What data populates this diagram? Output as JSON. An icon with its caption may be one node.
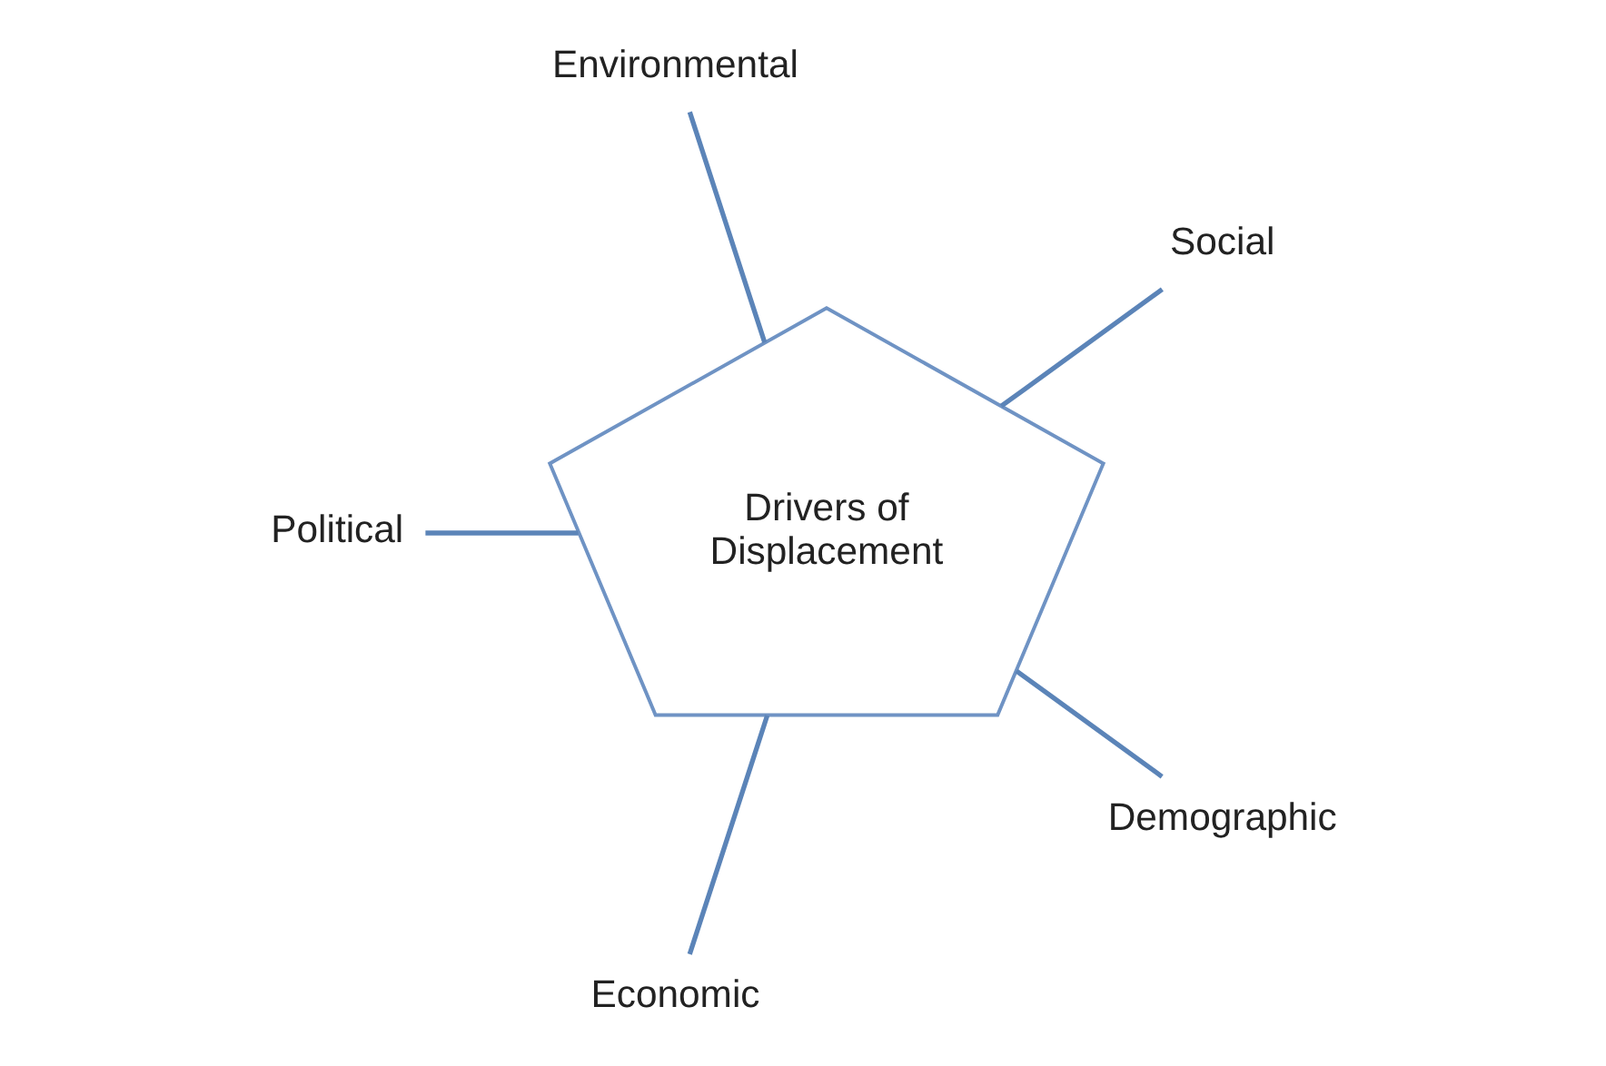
{
  "diagram": {
    "nodes": [
      {
        "text": [
          "Social"
        ]
      },
      {
        "text": [
          "Environmental"
        ]
      },
      {
        "text": [
          "Political"
        ]
      },
      {
        "text": [
          "Drivers of Displacement"
        ]
      },
      {
        "text": [
          "Economic"
        ]
      },
      {
        "text": [
          "Demographic"
        ]
      }
    ],
    "edges": [
      {
        "from": 3,
        "to": 0,
        "arrow": "none"
      },
      {
        "from": 3,
        "to": 2,
        "arrow": "none"
      },
      {
        "from": 3,
        "to": 5,
        "arrow": "none"
      },
      {
        "from": 3,
        "to": 4,
        "arrow": "none"
      },
      {
        "from": 3,
        "to": 1,
        "arrow": "none"
      }
    ]
  }
}
